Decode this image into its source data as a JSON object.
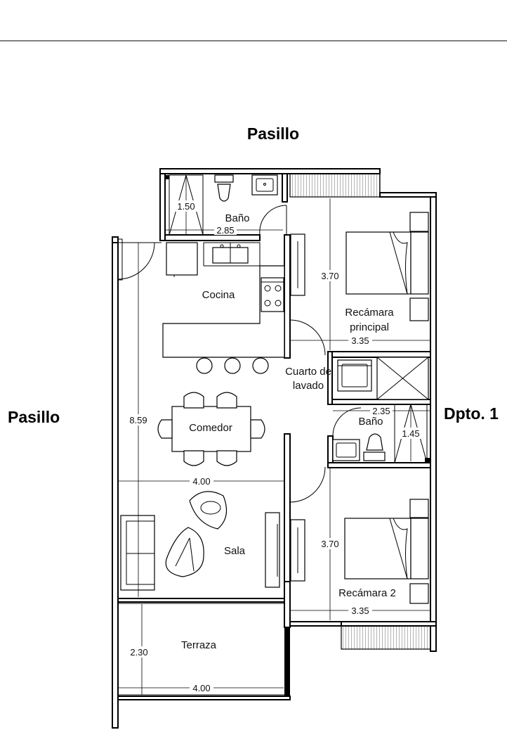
{
  "labels": {
    "pasillo_top": "Pasillo",
    "pasillo_left": "Pasillo",
    "dpto": "Dpto. 1"
  },
  "rooms": {
    "bano1": "Baño",
    "cocina": "Cocina",
    "recamara_principal_1": "Recámara",
    "recamara_principal_2": "principal",
    "cuarto_lavado_1": "Cuarto de",
    "cuarto_lavado_2": "lavado",
    "bano2": "Baño",
    "comedor": "Comedor",
    "sala": "Sala",
    "recamara2": "Recámara 2",
    "terraza": "Terraza"
  },
  "dimensions": {
    "bano1_height": "1.50",
    "bano1_width": "2.85",
    "recamara_principal_height": "3.70",
    "recamara_principal_width": "3.35",
    "total_height": "8.59",
    "bano2_width": "2.35",
    "bano2_height": "1.45",
    "sala_width": "4.00",
    "recamara2_height": "3.70",
    "recamara2_width": "3.35",
    "terraza_height": "2.30",
    "terraza_width": "4.00"
  }
}
